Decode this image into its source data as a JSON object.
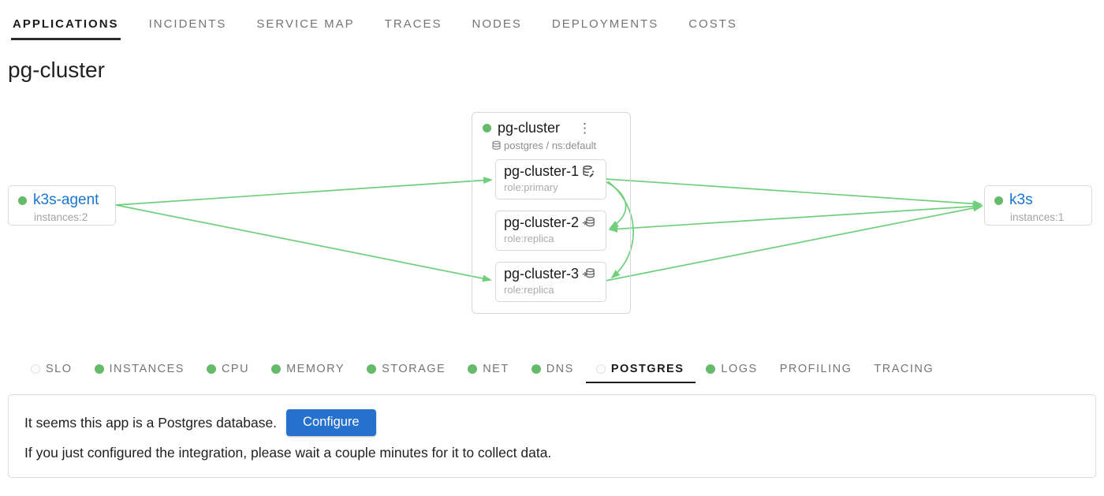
{
  "nav": {
    "tabs": [
      {
        "label": "APPLICATIONS",
        "active": true
      },
      {
        "label": "INCIDENTS"
      },
      {
        "label": "SERVICE MAP"
      },
      {
        "label": "TRACES"
      },
      {
        "label": "NODES"
      },
      {
        "label": "DEPLOYMENTS"
      },
      {
        "label": "COSTS"
      }
    ]
  },
  "page": {
    "title": "pg-cluster"
  },
  "map": {
    "edge_color": "#70cf7c",
    "status_ok_color": "#66bb6a",
    "left_node": {
      "name": "k3s-agent",
      "meta": "instances:2",
      "status": "ok"
    },
    "right_node": {
      "name": "k3s",
      "meta": "instances:1",
      "status": "ok"
    },
    "group": {
      "name": "pg-cluster",
      "menu_icon": "kebab-menu",
      "subtitle": "postgres / ns:default",
      "instances": [
        {
          "name": "pg-cluster-1",
          "role": "role:primary",
          "icon": "database-edit-icon"
        },
        {
          "name": "pg-cluster-2",
          "role": "role:replica",
          "icon": "database-import-icon"
        },
        {
          "name": "pg-cluster-3",
          "role": "role:replica",
          "icon": "database-import-icon"
        }
      ]
    },
    "edges": [
      {
        "from": "k3s-agent",
        "to": "pg-cluster-1"
      },
      {
        "from": "k3s-agent",
        "to": "pg-cluster-3"
      },
      {
        "from": "pg-cluster-1",
        "to": "k3s"
      },
      {
        "from": "k3s",
        "to": "pg-cluster-2"
      },
      {
        "from": "pg-cluster-3",
        "to": "k3s"
      },
      {
        "from": "pg-cluster-1",
        "to": "pg-cluster-2"
      },
      {
        "from": "pg-cluster-1",
        "to": "pg-cluster-3"
      }
    ]
  },
  "report_tabs": {
    "ok_color": "#66bb6a",
    "items": [
      {
        "label": "SLO",
        "indicator": "empty"
      },
      {
        "label": "INSTANCES",
        "indicator": "ok"
      },
      {
        "label": "CPU",
        "indicator": "ok"
      },
      {
        "label": "MEMORY",
        "indicator": "ok"
      },
      {
        "label": "STORAGE",
        "indicator": "ok"
      },
      {
        "label": "NET",
        "indicator": "ok"
      },
      {
        "label": "DNS",
        "indicator": "ok"
      },
      {
        "label": "POSTGRES",
        "indicator": "empty",
        "active": true
      },
      {
        "label": "LOGS",
        "indicator": "ok"
      },
      {
        "label": "PROFILING",
        "indicator": "none"
      },
      {
        "label": "TRACING",
        "indicator": "none"
      }
    ]
  },
  "notice": {
    "line1": "It seems this app is a Postgres database.",
    "button_label": "Configure",
    "button_color": "#2671ce",
    "line2": "If you just configured the integration, please wait a couple minutes for it to collect data."
  }
}
